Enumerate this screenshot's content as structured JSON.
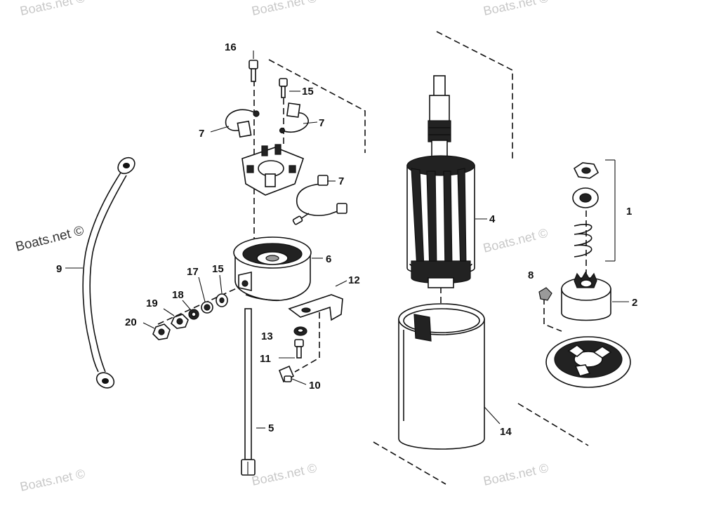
{
  "watermark": {
    "text": "Boats.net ©",
    "color": "#c8c8c8",
    "strong_color": "#333333"
  },
  "callouts": [
    {
      "id": "1",
      "label": "1"
    },
    {
      "id": "2",
      "label": "2"
    },
    {
      "id": "4",
      "label": "4"
    },
    {
      "id": "5",
      "label": "5"
    },
    {
      "id": "6",
      "label": "6"
    },
    {
      "id": "7a",
      "label": "7"
    },
    {
      "id": "7b",
      "label": "7"
    },
    {
      "id": "7c",
      "label": "7"
    },
    {
      "id": "8",
      "label": "8"
    },
    {
      "id": "9",
      "label": "9"
    },
    {
      "id": "10",
      "label": "10"
    },
    {
      "id": "11",
      "label": "11"
    },
    {
      "id": "12",
      "label": "12"
    },
    {
      "id": "13",
      "label": "13"
    },
    {
      "id": "14",
      "label": "14"
    },
    {
      "id": "15a",
      "label": "15"
    },
    {
      "id": "15b",
      "label": "15"
    },
    {
      "id": "16",
      "label": "16"
    },
    {
      "id": "17",
      "label": "17"
    },
    {
      "id": "18",
      "label": "18"
    },
    {
      "id": "19",
      "label": "19"
    },
    {
      "id": "20",
      "label": "20"
    }
  ]
}
